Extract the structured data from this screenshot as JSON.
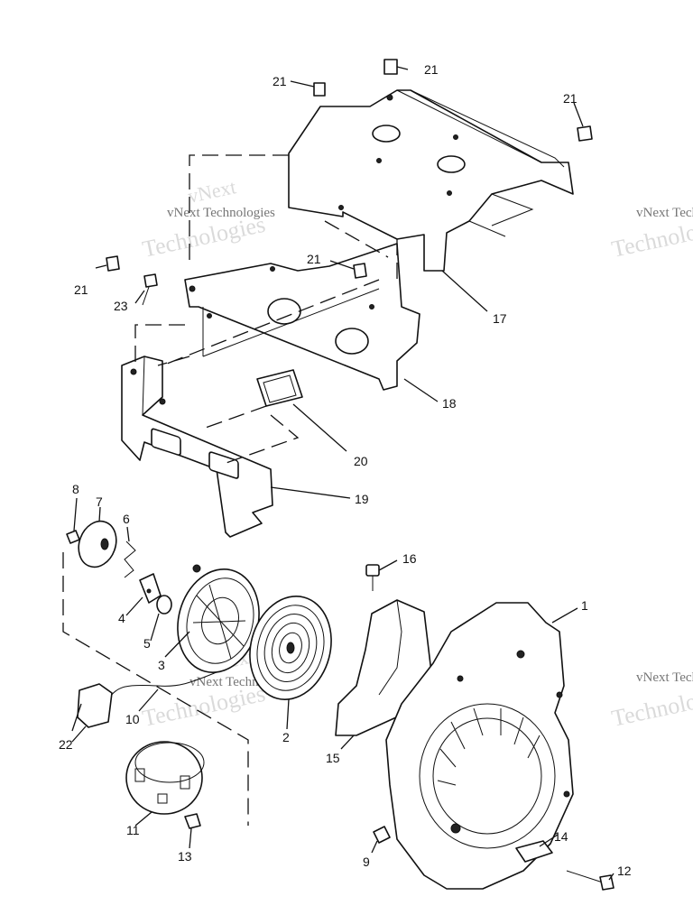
{
  "watermark": {
    "line1": "vNext Technologies",
    "line2": "Technologies",
    "line3": "vNext"
  },
  "callouts": {
    "c1": "1",
    "c2": "2",
    "c3": "3",
    "c4": "4",
    "c5": "5",
    "c6": "6",
    "c7": "7",
    "c8": "8",
    "c9": "9",
    "c10": "10",
    "c11": "11",
    "c12": "12",
    "c13": "13",
    "c14": "14",
    "c15": "15",
    "c16": "16",
    "c17": "17",
    "c18": "18",
    "c19": "19",
    "c20": "20",
    "c21": "21",
    "c22": "22",
    "c23": "23"
  }
}
